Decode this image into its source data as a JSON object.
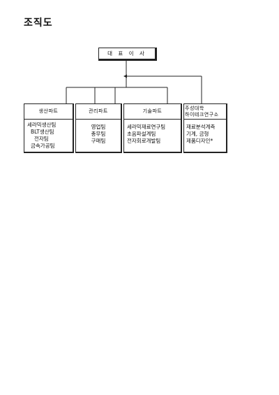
{
  "title": "조직도",
  "ceo": "대 표 이 사",
  "departments": [
    {
      "name": "생산파트",
      "units": [
        "세라믹생산팀",
        "BLT생산팀",
        "전자팀",
        "금속가공팀"
      ]
    },
    {
      "name": "관리파트",
      "units": [
        "영업팀",
        "총무팀",
        "구매팀"
      ]
    },
    {
      "name": "기술파트",
      "units": [
        "세라믹재료연구팀",
        "초음파설계팀",
        "전자회로개발팀"
      ]
    },
    {
      "name_lines": [
        "주성대학",
        "하이테크연구소"
      ],
      "units": [
        "재료분석계측",
        "기계, 금형",
        "제품디자인*"
      ]
    }
  ]
}
